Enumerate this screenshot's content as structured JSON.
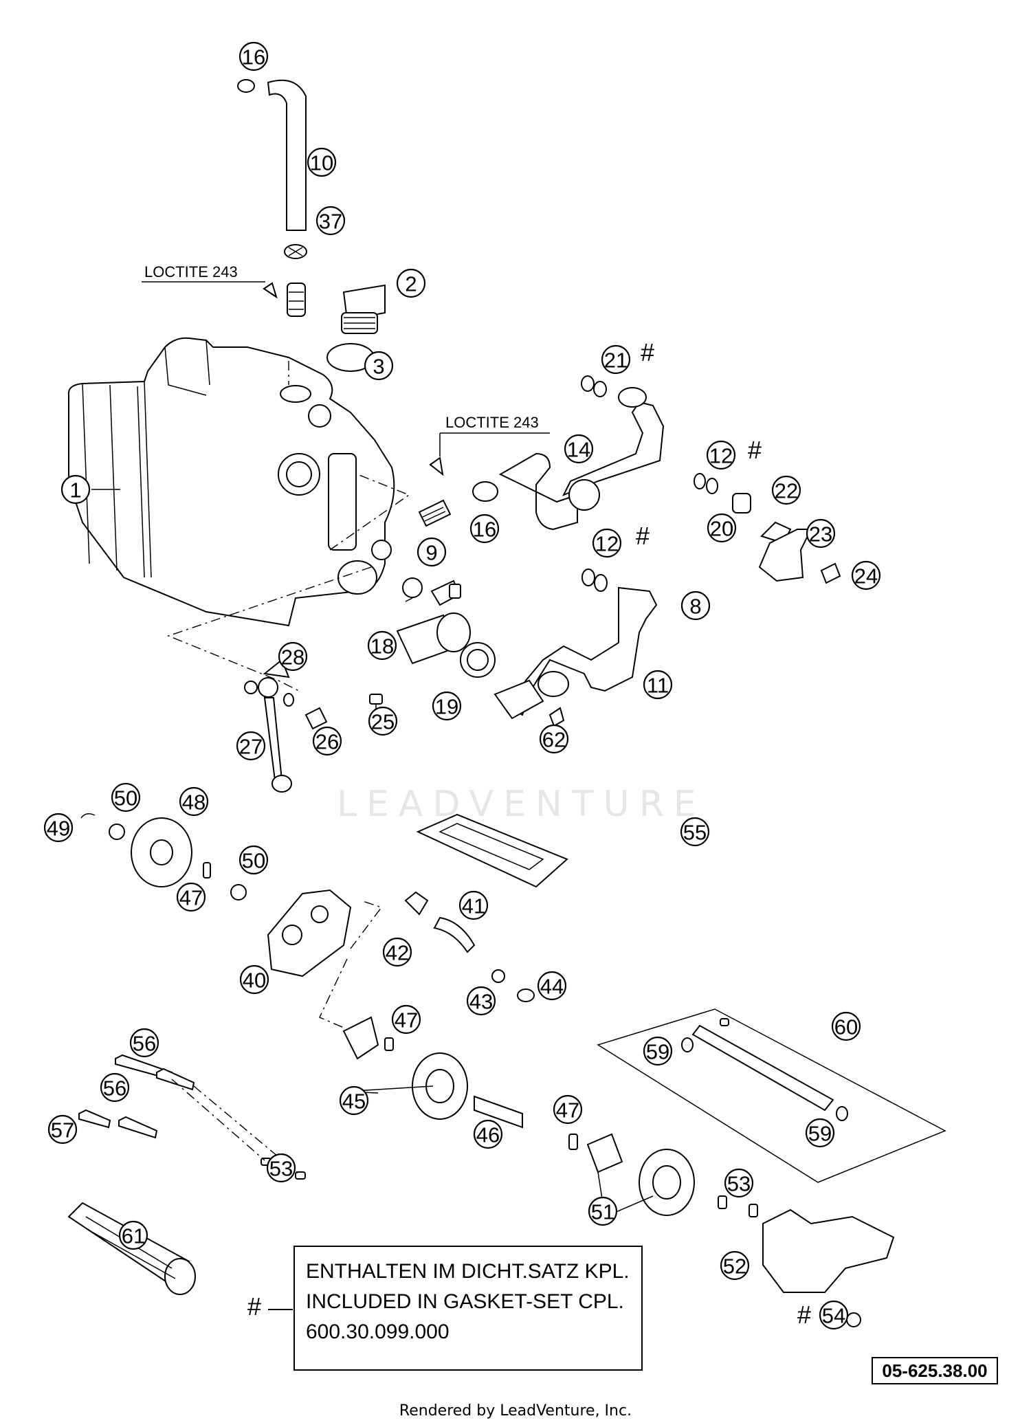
{
  "labels": {
    "loctite_1": "LOCTITE 243",
    "loctite_2": "LOCTITE 243"
  },
  "note": {
    "hash": "#",
    "line1": "ENTHALTEN IM DICHT.SATZ KPL.",
    "line2": "INCLUDED IN GASKET-SET CPL.",
    "line3": "600.30.099.000"
  },
  "reference": "05-625.38.00",
  "footer": "Rendered by LeadVenture, Inc.",
  "watermark": "LEADVENTURE",
  "callouts": [
    "16",
    "10",
    "37",
    "2",
    "3",
    "1",
    "21",
    "14",
    "12",
    "22",
    "16",
    "20",
    "23",
    "24",
    "9",
    "12",
    "8",
    "18",
    "19",
    "11",
    "28",
    "25",
    "26",
    "27",
    "62",
    "50",
    "48",
    "49",
    "55",
    "50",
    "47",
    "41",
    "42",
    "40",
    "43",
    "44",
    "60",
    "47",
    "56",
    "59",
    "45",
    "56",
    "47",
    "59",
    "57",
    "46",
    "53",
    "53",
    "51",
    "61",
    "52",
    "54"
  ],
  "hash_marks": [
    "#",
    "#",
    "#",
    "#"
  ]
}
